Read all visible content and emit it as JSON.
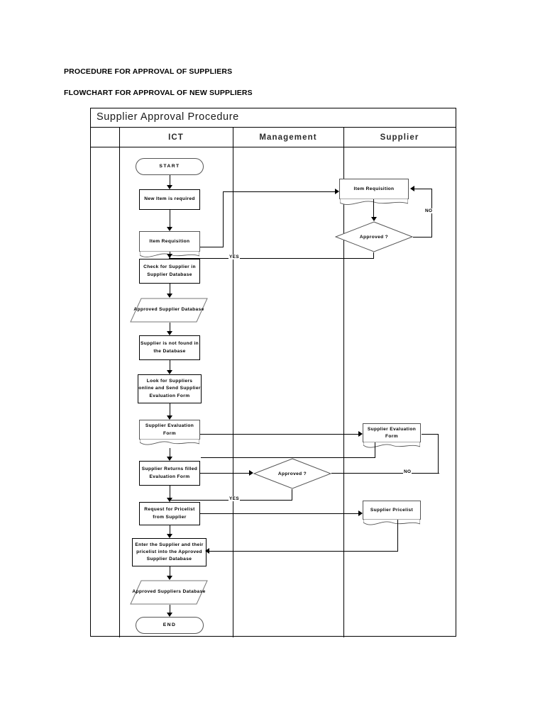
{
  "document": {
    "heading1": "PROCEDURE FOR APPROVAL OF SUPPLIERS",
    "heading2": "FLOWCHART FOR APPROVAL OF NEW SUPPLIERS"
  },
  "diagram": {
    "title": "Supplier Approval Procedure",
    "lanes": [
      {
        "id": "spacer",
        "label": ""
      },
      {
        "id": "ict",
        "label": "ICT"
      },
      {
        "id": "management",
        "label": "Management"
      },
      {
        "id": "supplier",
        "label": "Supplier"
      }
    ],
    "nodes": {
      "start": {
        "label": "START",
        "shape": "terminator",
        "lane": "ict"
      },
      "new_item": {
        "label": "New Item is required",
        "shape": "process",
        "lane": "ict"
      },
      "item_req_ict": {
        "label": "Item Requisition",
        "shape": "document",
        "lane": "ict"
      },
      "item_req_mgmt": {
        "label": "Item Requisition",
        "shape": "document",
        "lane": "management"
      },
      "approved1": {
        "label": "Approved ?",
        "shape": "decision",
        "lane": "management"
      },
      "check_supplier": {
        "label": "Check for Supplier in Supplier Database",
        "shape": "process",
        "lane": "ict"
      },
      "approved_db": {
        "label": "Approved Supplier Database",
        "shape": "data",
        "lane": "ict"
      },
      "not_found": {
        "label": "Supplier is not found in the Database",
        "shape": "process",
        "lane": "ict"
      },
      "look_online": {
        "label": "Look for Suppliers online and Send Supplier Evaluation Form",
        "shape": "process",
        "lane": "ict"
      },
      "eval_form_ict": {
        "label": "Supplier Evaluation Form",
        "shape": "document",
        "lane": "ict"
      },
      "eval_form_sup": {
        "label": "Supplier Evaluation Form",
        "shape": "document",
        "lane": "supplier"
      },
      "returns_form": {
        "label": "Supplier Returns filled Evaluation Form",
        "shape": "process",
        "lane": "ict"
      },
      "approved2": {
        "label": "Approved ?",
        "shape": "decision",
        "lane": "management"
      },
      "request_pricelist": {
        "label": "Request for Pricelist from Supplier",
        "shape": "process",
        "lane": "ict"
      },
      "supplier_pricelist": {
        "label": "Supplier Pricelist",
        "shape": "document",
        "lane": "supplier"
      },
      "enter_supplier": {
        "label": "Enter the Supplier and their pricelist into the Approved Supplier Database",
        "shape": "process",
        "lane": "ict"
      },
      "approved_dbs": {
        "label": "Approved Suppliers Database",
        "shape": "data",
        "lane": "ict"
      },
      "end": {
        "label": "END",
        "shape": "terminator",
        "lane": "ict"
      }
    },
    "edge_labels": {
      "no1": "NO",
      "yes1": "YES",
      "no2": "NO",
      "yes2": "YES"
    }
  },
  "colors": {
    "line": "#000000",
    "background": "#ffffff",
    "shape_border": "#555555",
    "process_border": "#000000"
  }
}
